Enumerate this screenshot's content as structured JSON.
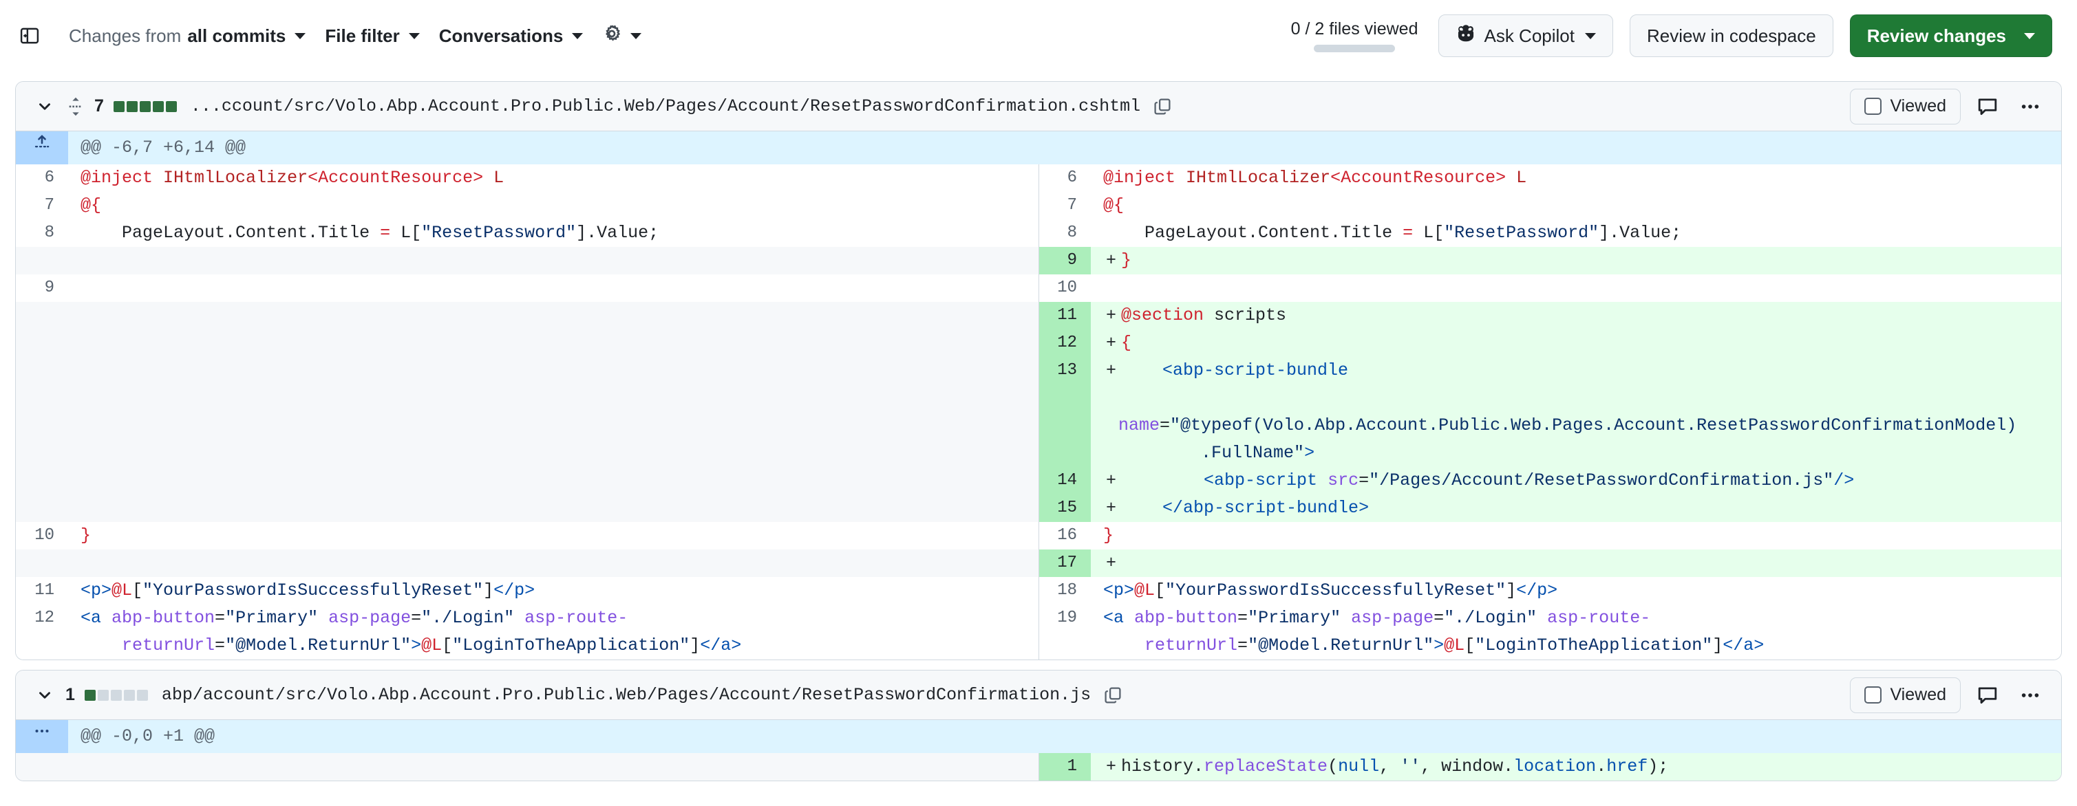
{
  "toolbar": {
    "sidebar_toggle_icon": "sidebar-expand-icon",
    "changes_from_prefix": "Changes from",
    "changes_from_value": "all commits",
    "file_filter_label": "File filter",
    "conversations_label": "Conversations",
    "gear_icon": "gear-icon",
    "files_viewed_label": "0 / 2 files viewed",
    "files_viewed_progress_pct": 0,
    "ask_copilot_label": "Ask Copilot",
    "copilot_icon": "copilot-icon",
    "review_codespace_label": "Review in codespace",
    "review_changes_label": "Review changes",
    "primary_color": "#1f7a35"
  },
  "files": [
    {
      "chevron_icon": "chevron-down-icon",
      "move_icon": "move-handle-icon",
      "change_count": "7",
      "diffstat": [
        "add",
        "add",
        "add",
        "add",
        "add"
      ],
      "path": "...ccount/src/Volo.Abp.Account.Pro.Public.Web/Pages/Account/ResetPasswordConfirmation.cshtml",
      "copy_icon": "copy-path-icon",
      "viewed_label": "Viewed",
      "comment_icon": "comment-icon",
      "menu_icon": "kebab-menu-icon",
      "hunks": [
        {
          "expand_icon": "expand-up-icon",
          "header": "@@ -6,7 +6,14 @@",
          "rows": [
            {
              "type": "ctx",
              "left_num": "6",
              "right_num": "6",
              "left_tokens": [
                {
                  "t": "@inject",
                  "c": "k-razor"
                },
                {
                  "t": " IHtmlLocalizer",
                  "c": "k-rz2"
                },
                {
                  "t": "<AccountResource>",
                  "c": "k-razor"
                },
                {
                  "t": " L",
                  "c": "k-rz2"
                }
              ],
              "right_tokens": [
                {
                  "t": "@inject",
                  "c": "k-razor"
                },
                {
                  "t": " IHtmlLocalizer",
                  "c": "k-rz2"
                },
                {
                  "t": "<AccountResource>",
                  "c": "k-razor"
                },
                {
                  "t": " L",
                  "c": "k-rz2"
                }
              ]
            },
            {
              "type": "ctx",
              "left_num": "7",
              "right_num": "7",
              "left_tokens": [
                {
                  "t": "@{",
                  "c": "k-razor"
                }
              ],
              "right_tokens": [
                {
                  "t": "@{",
                  "c": "k-razor"
                }
              ]
            },
            {
              "type": "ctx",
              "left_num": "8",
              "right_num": "8",
              "left_tokens": [
                {
                  "t": "    PageLayout.Content.Title ",
                  "c": "k-plain"
                },
                {
                  "t": "=",
                  "c": "k-razor"
                },
                {
                  "t": " L[",
                  "c": "k-plain"
                },
                {
                  "t": "\"ResetPassword\"",
                  "c": "k-str"
                },
                {
                  "t": "].Value;",
                  "c": "k-plain"
                }
              ],
              "right_tokens": [
                {
                  "t": "    PageLayout.Content.Title ",
                  "c": "k-plain"
                },
                {
                  "t": "=",
                  "c": "k-razor"
                },
                {
                  "t": " L[",
                  "c": "k-plain"
                },
                {
                  "t": "\"ResetPassword\"",
                  "c": "k-str"
                },
                {
                  "t": "].Value;",
                  "c": "k-plain"
                }
              ]
            },
            {
              "type": "add",
              "left_num": "",
              "right_num": "9",
              "left_tokens": [],
              "right_tokens": [
                {
                  "t": "}",
                  "c": "k-razor"
                }
              ],
              "sign": "+"
            },
            {
              "type": "ctx",
              "left_num": "9",
              "right_num": "10",
              "left_tokens": [],
              "right_tokens": []
            },
            {
              "type": "add",
              "left_num": "",
              "right_num": "11",
              "left_tokens": [],
              "right_tokens": [
                {
                  "t": "@section",
                  "c": "k-razor"
                },
                {
                  "t": " scripts",
                  "c": "k-plain"
                }
              ],
              "sign": "+"
            },
            {
              "type": "add",
              "left_num": "",
              "right_num": "12",
              "left_tokens": [],
              "right_tokens": [
                {
                  "t": "{",
                  "c": "k-razor"
                }
              ],
              "sign": "+"
            },
            {
              "type": "add",
              "left_num": "",
              "right_num": "13",
              "left_tokens": [],
              "right_tokens": [
                {
                  "t": "    <",
                  "c": "k-tag"
                },
                {
                  "t": "abp-script-bundle",
                  "c": "k-tag"
                },
                {
                  "t": "\n        name",
                  "c": "k-attr"
                },
                {
                  "t": "=",
                  "c": "k-plain"
                },
                {
                  "t": "\"@typeof(Volo.Abp.Account.Public.Web.Pages.Account.ResetPasswordConfirmationModel)\n        .FullName\"",
                  "c": "k-str"
                },
                {
                  "t": ">",
                  "c": "k-tag"
                }
              ],
              "sign": "+"
            },
            {
              "type": "add",
              "left_num": "",
              "right_num": "14",
              "left_tokens": [],
              "right_tokens": [
                {
                  "t": "        <",
                  "c": "k-tag"
                },
                {
                  "t": "abp-script",
                  "c": "k-tag"
                },
                {
                  "t": " src",
                  "c": "k-attr"
                },
                {
                  "t": "=",
                  "c": "k-plain"
                },
                {
                  "t": "\"/Pages/Account/ResetPasswordConfirmation.js\"",
                  "c": "k-str"
                },
                {
                  "t": "/>",
                  "c": "k-tag"
                }
              ],
              "sign": "+"
            },
            {
              "type": "add",
              "left_num": "",
              "right_num": "15",
              "left_tokens": [],
              "right_tokens": [
                {
                  "t": "    </",
                  "c": "k-tag"
                },
                {
                  "t": "abp-script-bundle",
                  "c": "k-tag"
                },
                {
                  "t": ">",
                  "c": "k-tag"
                }
              ],
              "sign": "+"
            },
            {
              "type": "ctx",
              "left_num": "10",
              "right_num": "16",
              "left_tokens": [
                {
                  "t": "}",
                  "c": "k-razor"
                }
              ],
              "right_tokens": [
                {
                  "t": "}",
                  "c": "k-razor"
                }
              ]
            },
            {
              "type": "add",
              "left_num": "",
              "right_num": "17",
              "left_tokens": [],
              "right_tokens": [],
              "sign": "+"
            },
            {
              "type": "ctx",
              "left_num": "11",
              "right_num": "18",
              "left_tokens": [
                {
                  "t": "<p>",
                  "c": "k-tag"
                },
                {
                  "t": "@L",
                  "c": "k-razor"
                },
                {
                  "t": "[",
                  "c": "k-plain"
                },
                {
                  "t": "\"YourPasswordIsSuccessfullyReset\"",
                  "c": "k-str"
                },
                {
                  "t": "]",
                  "c": "k-plain"
                },
                {
                  "t": "</p>",
                  "c": "k-tag"
                }
              ],
              "right_tokens": [
                {
                  "t": "<p>",
                  "c": "k-tag"
                },
                {
                  "t": "@L",
                  "c": "k-razor"
                },
                {
                  "t": "[",
                  "c": "k-plain"
                },
                {
                  "t": "\"YourPasswordIsSuccessfullyReset\"",
                  "c": "k-str"
                },
                {
                  "t": "]",
                  "c": "k-plain"
                },
                {
                  "t": "</p>",
                  "c": "k-tag"
                }
              ]
            },
            {
              "type": "ctx",
              "left_num": "12",
              "right_num": "19",
              "left_tokens": [
                {
                  "t": "<a",
                  "c": "k-tag"
                },
                {
                  "t": " abp-button",
                  "c": "k-attr"
                },
                {
                  "t": "=",
                  "c": "k-plain"
                },
                {
                  "t": "\"Primary\"",
                  "c": "k-str"
                },
                {
                  "t": " asp-page",
                  "c": "k-attr"
                },
                {
                  "t": "=",
                  "c": "k-plain"
                },
                {
                  "t": "\"./Login\"",
                  "c": "k-str"
                },
                {
                  "t": " asp-route-\n    returnUrl",
                  "c": "k-attr"
                },
                {
                  "t": "=",
                  "c": "k-plain"
                },
                {
                  "t": "\"@Model.ReturnUrl\"",
                  "c": "k-str"
                },
                {
                  "t": ">",
                  "c": "k-tag"
                },
                {
                  "t": "@L",
                  "c": "k-razor"
                },
                {
                  "t": "[",
                  "c": "k-plain"
                },
                {
                  "t": "\"LoginToTheApplication\"",
                  "c": "k-str"
                },
                {
                  "t": "]",
                  "c": "k-plain"
                },
                {
                  "t": "</a>",
                  "c": "k-tag"
                }
              ],
              "right_tokens": [
                {
                  "t": "<a",
                  "c": "k-tag"
                },
                {
                  "t": " abp-button",
                  "c": "k-attr"
                },
                {
                  "t": "=",
                  "c": "k-plain"
                },
                {
                  "t": "\"Primary\"",
                  "c": "k-str"
                },
                {
                  "t": " asp-page",
                  "c": "k-attr"
                },
                {
                  "t": "=",
                  "c": "k-plain"
                },
                {
                  "t": "\"./Login\"",
                  "c": "k-str"
                },
                {
                  "t": " asp-route-\n    returnUrl",
                  "c": "k-attr"
                },
                {
                  "t": "=",
                  "c": "k-plain"
                },
                {
                  "t": "\"@Model.ReturnUrl\"",
                  "c": "k-str"
                },
                {
                  "t": ">",
                  "c": "k-tag"
                },
                {
                  "t": "@L",
                  "c": "k-razor"
                },
                {
                  "t": "[",
                  "c": "k-plain"
                },
                {
                  "t": "\"LoginToTheApplication\"",
                  "c": "k-str"
                },
                {
                  "t": "]",
                  "c": "k-plain"
                },
                {
                  "t": "</a>",
                  "c": "k-tag"
                }
              ]
            }
          ]
        }
      ]
    },
    {
      "chevron_icon": "chevron-down-icon",
      "move_icon": "",
      "change_count": "1",
      "diffstat": [
        "add",
        "none",
        "none",
        "none",
        "none"
      ],
      "path": "abp/account/src/Volo.Abp.Account.Pro.Public.Web/Pages/Account/ResetPasswordConfirmation.js",
      "copy_icon": "copy-path-icon",
      "viewed_label": "Viewed",
      "comment_icon": "comment-icon",
      "menu_icon": "kebab-menu-icon",
      "hunks": [
        {
          "expand_icon": "expand-dots-icon",
          "header": "@@ -0,0 +1 @@",
          "rows": [
            {
              "type": "add",
              "left_num": "",
              "right_num": "1",
              "left_tokens": [],
              "right_tokens": [
                {
                  "t": "history.",
                  "c": "k-plain"
                },
                {
                  "t": "replaceState",
                  "c": "k-fn"
                },
                {
                  "t": "(",
                  "c": "k-plain"
                },
                {
                  "t": "null",
                  "c": "k-const"
                },
                {
                  "t": ", ",
                  "c": "k-plain"
                },
                {
                  "t": "''",
                  "c": "k-str"
                },
                {
                  "t": ", window.",
                  "c": "k-plain"
                },
                {
                  "t": "location",
                  "c": "k-const"
                },
                {
                  "t": ".",
                  "c": "k-plain"
                },
                {
                  "t": "href",
                  "c": "k-const"
                },
                {
                  "t": ");",
                  "c": "k-plain"
                }
              ],
              "sign": "+"
            }
          ]
        }
      ]
    }
  ]
}
